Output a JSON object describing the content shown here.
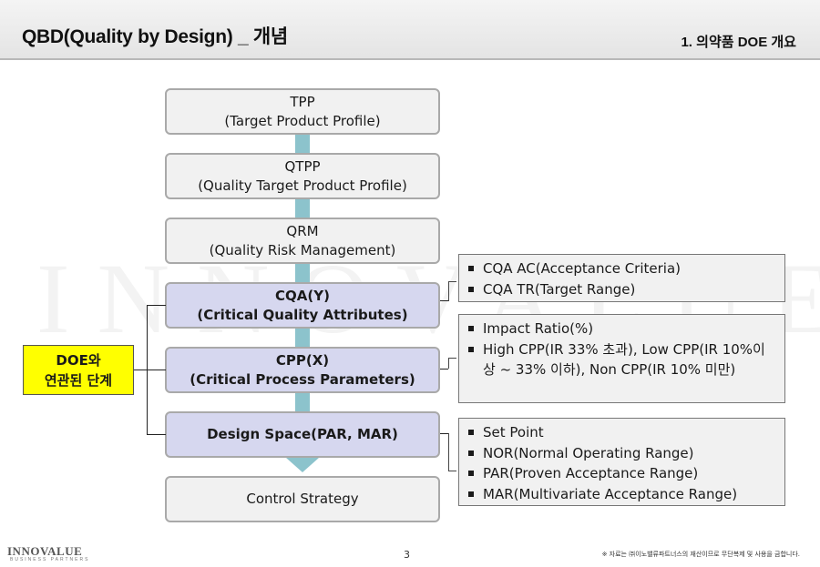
{
  "header": {
    "title": "QBD(Quality by Design) _ 개념",
    "section": "1. 의약품 DOE 개요"
  },
  "watermark": "INNOVALUE",
  "steps": [
    {
      "line1": "TPP",
      "line2": "(Target Product Profile)"
    },
    {
      "line1": "QTPP",
      "line2": "(Quality Target Product Profile)"
    },
    {
      "line1": "QRM",
      "line2": "(Quality Risk Management)"
    },
    {
      "line1": "CQA(Y)",
      "line2": "(Critical Quality Attributes)"
    },
    {
      "line1": "CPP(X)",
      "line2": "(Critical Process Parameters)"
    },
    {
      "line1": "Design Space(PAR, MAR)"
    },
    {
      "line1": "Control Strategy"
    }
  ],
  "doe_label": {
    "line1": "DOE와",
    "line2": "연관된 단계"
  },
  "notes": {
    "cqa": [
      "CQA AC(Acceptance Criteria)",
      "CQA TR(Target Range)"
    ],
    "cpp": [
      "Impact Ratio(%)",
      "High CPP(IR 33% 초과), Low CPP(IR 10%이상 ~ 33% 이하), Non CPP(IR 10% 미만)"
    ],
    "ds": [
      "Set Point",
      "NOR(Normal Operating Range)",
      "PAR(Proven Acceptance Range)",
      "MAR(Multivariate Acceptance Range)"
    ]
  },
  "footer": {
    "logo": "INNOVALUE",
    "logo_sub": "BUSINESS PARTNERS",
    "page": "3",
    "note": "※ 자료는 ㈜이노밸류파트너스의 재산이므로 무단복제 및 사용을 금합니다."
  },
  "colors": {
    "connector": "#8cc3cc",
    "highlight_step": "#d6d7ef",
    "normal_step": "#f1f1f1",
    "doe_box": "#ffff00"
  }
}
